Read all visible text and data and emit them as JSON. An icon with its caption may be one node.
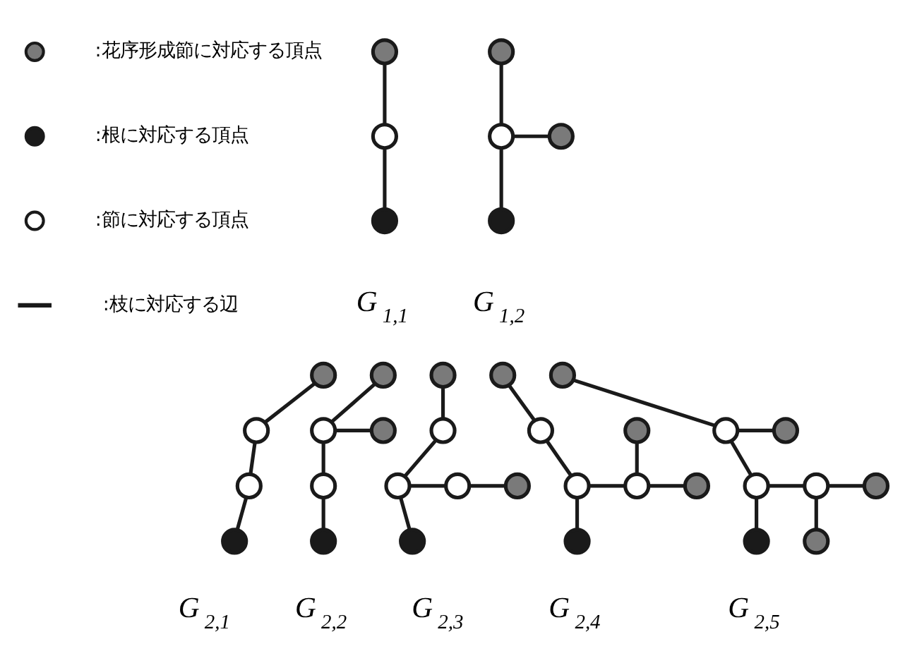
{
  "diagram": {
    "nodes": [
      {
        "text": [],
        "shape": "circle"
      },
      {
        "text": [],
        "shape": "circle"
      },
      {
        "text": [],
        "shape": "circle"
      },
      {
        "text": [],
        "shape": "circle"
      },
      {
        "text": [],
        "shape": "circle"
      },
      {
        "text": [],
        "shape": "circle"
      },
      {
        "text": [],
        "shape": "circle"
      },
      {
        "text": [],
        "shape": "circle"
      },
      {
        "text": [],
        "shape": "circle"
      },
      {
        "text": [],
        "shape": "circle"
      },
      {
        "text": [],
        "shape": "circle"
      },
      {
        "text": [],
        "shape": "circle"
      },
      {
        "text": [],
        "shape": "circle"
      },
      {
        "text": [],
        "shape": "circle"
      },
      {
        "text": [],
        "shape": "circle"
      },
      {
        "text": [],
        "shape": "circle"
      },
      {
        "text": [],
        "shape": "circle"
      },
      {
        "text": [],
        "shape": "circle"
      },
      {
        "text": [],
        "shape": "circle"
      },
      {
        "text": [],
        "shape": "circle"
      },
      {
        "text": [],
        "shape": "circle"
      },
      {
        "text": [],
        "shape": "circle"
      },
      {
        "text": [],
        "shape": "circle"
      },
      {
        "text": [],
        "shape": "circle"
      },
      {
        "text": [],
        "shape": "circle"
      },
      {
        "text": [],
        "shape": "circle"
      },
      {
        "text": [],
        "shape": "circle"
      },
      {
        "text": [],
        "shape": "circle"
      },
      {
        "text": [],
        "shape": "circle"
      },
      {
        "text": [],
        "shape": "circle"
      },
      {
        "text": [],
        "shape": "circle"
      },
      {
        "text": [],
        "shape": "circle"
      },
      {
        "text": [],
        "shape": "circle"
      },
      {
        "text": [],
        "shape": "circle"
      },
      {
        "text": [],
        "shape": "circle"
      },
      {
        "text": [],
        "shape": "circle"
      },
      {
        "text": [],
        "shape": "circle"
      }
    ],
    "edges": [
      {
        "from": 0,
        "to": 1,
        "arrow": "none"
      },
      {
        "from": 1,
        "to": 2,
        "arrow": "none"
      },
      {
        "from": 3,
        "to": 4,
        "arrow": "none"
      },
      {
        "from": 4,
        "to": 5,
        "arrow": "none"
      },
      {
        "from": 4,
        "to": 6,
        "arrow": "none"
      },
      {
        "from": 7,
        "to": 8,
        "arrow": "none"
      },
      {
        "from": 8,
        "to": 9,
        "arrow": "none"
      },
      {
        "from": 9,
        "to": 10,
        "arrow": "none"
      },
      {
        "from": 11,
        "to": 12,
        "arrow": "none"
      },
      {
        "from": 12,
        "to": 13,
        "arrow": "none"
      },
      {
        "from": 12,
        "to": 14,
        "arrow": "none"
      },
      {
        "from": 14,
        "to": 15,
        "arrow": "none"
      },
      {
        "from": 16,
        "to": 17,
        "arrow": "none"
      },
      {
        "from": 17,
        "to": 18,
        "arrow": "none"
      },
      {
        "from": 18,
        "to": 19,
        "arrow": "none"
      },
      {
        "from": 19,
        "to": 20,
        "arrow": "none"
      },
      {
        "from": 18,
        "to": 21,
        "arrow": "none"
      },
      {
        "from": 22,
        "to": 23,
        "arrow": "none"
      },
      {
        "from": 23,
        "to": 25,
        "arrow": "none"
      },
      {
        "from": 25,
        "to": 26,
        "arrow": "none"
      },
      {
        "from": 24,
        "to": 26,
        "arrow": "none"
      },
      {
        "from": 26,
        "to": 27,
        "arrow": "none"
      },
      {
        "from": 25,
        "to": 28,
        "arrow": "none"
      },
      {
        "from": 29,
        "to": 30,
        "arrow": "none"
      },
      {
        "from": 30,
        "to": 31,
        "arrow": "none"
      },
      {
        "from": 30,
        "to": 32,
        "arrow": "none"
      },
      {
        "from": 32,
        "to": 33,
        "arrow": "none"
      },
      {
        "from": 33,
        "to": 34,
        "arrow": "none"
      },
      {
        "from": 33,
        "to": 36,
        "arrow": "none"
      },
      {
        "from": 32,
        "to": 35,
        "arrow": "none"
      }
    ],
    "labels": [
      "G$_{1,1}$",
      "G$_{1,2}$",
      "G$_{2,1}$",
      "G$_{2,2}$",
      "G$_{2,3}$",
      "G$_{2,4}$",
      "G$_{2,5}$"
    ],
    "legend": [
      {
        "text": ":花序形成節に対応する頂点",
        "color": "#7a7a7a"
      },
      {
        "text": ":根に対応する頂点",
        "color": "#1a1a1a"
      },
      {
        "text": ":節に対応する頂点",
        "color": "#ffffff"
      },
      {
        "text": ":枝に対応する辺"
      }
    ]
  }
}
